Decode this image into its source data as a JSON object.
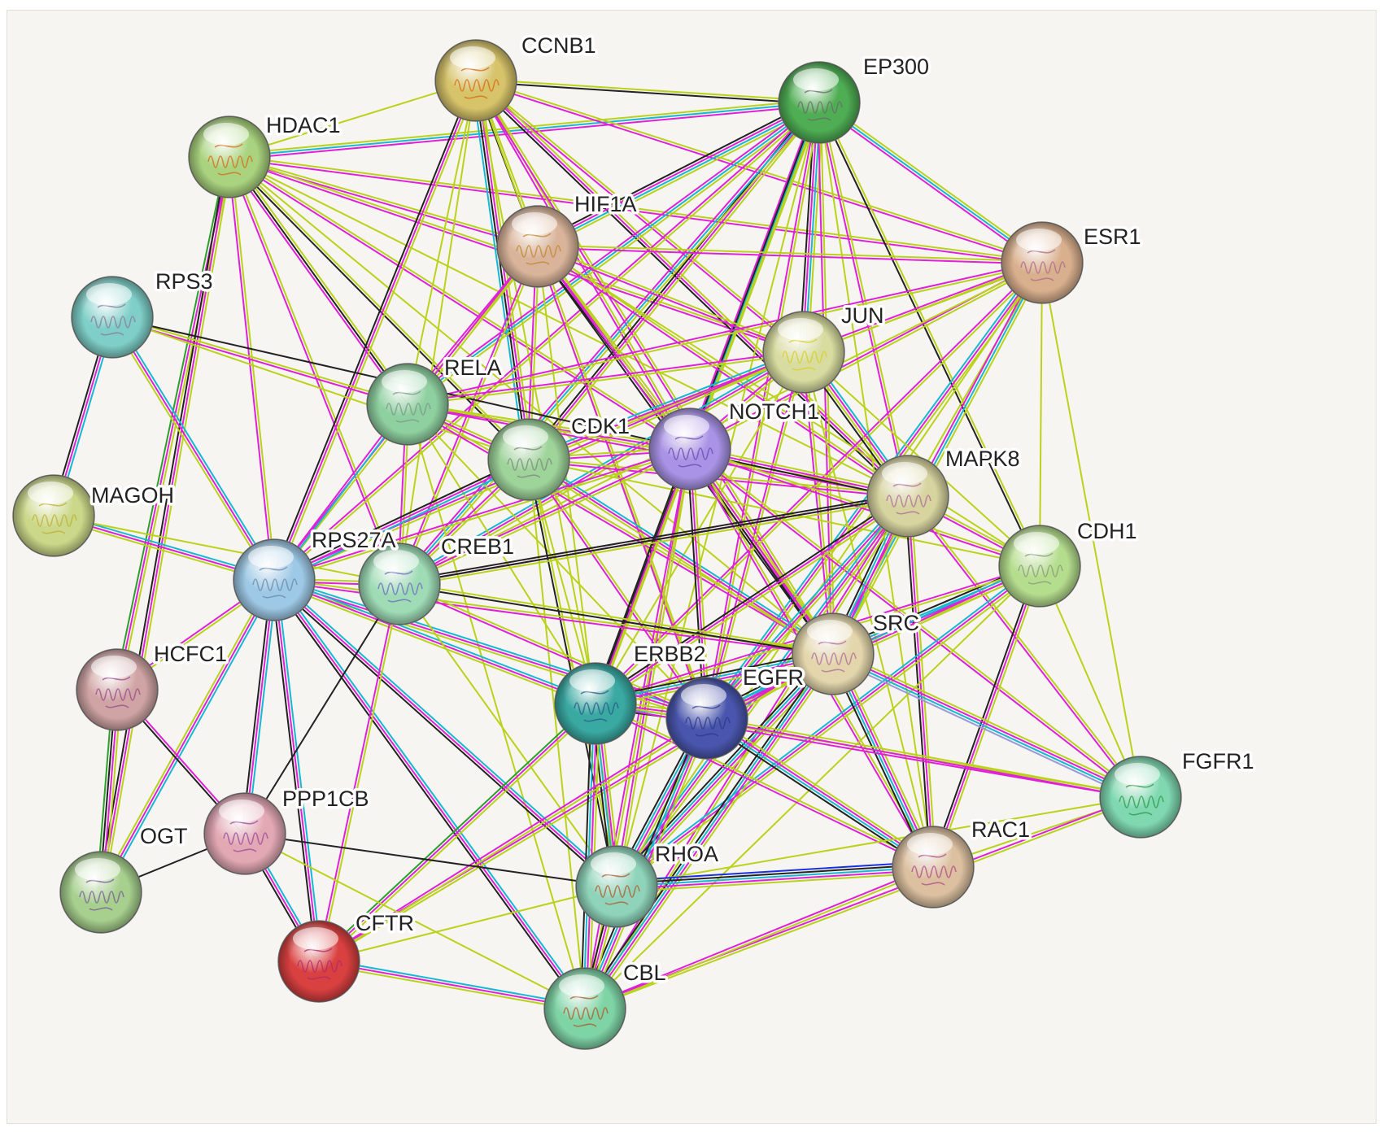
{
  "diagram": {
    "type": "protein-interaction-network",
    "evidence_colors": {
      "database": "#17b8d4",
      "experimental": "#e020d8",
      "textmining": "#b9d21a",
      "coexpression": "#222222",
      "fusion": "#2aa02a",
      "cooccurrence": "#1a30e0",
      "homology": "#9a9ad8"
    },
    "nodes": [
      {
        "id": "CCNB1",
        "label": "CCNB1",
        "color": "#d6c36a",
        "glyph": "#d96a14"
      },
      {
        "id": "EP300",
        "label": "EP300",
        "color": "#4fae54",
        "glyph": "#6a6a6a"
      },
      {
        "id": "HDAC1",
        "label": "HDAC1",
        "color": "#a9d37e",
        "glyph": "#d96a14"
      },
      {
        "id": "HIF1A",
        "label": "HIF1A",
        "color": "#d9b49a",
        "glyph": "#c0872a"
      },
      {
        "id": "ESR1",
        "label": "ESR1",
        "color": "#d9b08e",
        "glyph": "#b06a8a"
      },
      {
        "id": "RPS3",
        "label": "RPS3",
        "color": "#7fcfc8",
        "glyph": "#8a7a9a"
      },
      {
        "id": "JUN",
        "label": "JUN",
        "color": "#d8dca0",
        "glyph": "#d8d020"
      },
      {
        "id": "RELA",
        "label": "RELA",
        "color": "#8fd0a0",
        "glyph": "#7a9a8a"
      },
      {
        "id": "CDK1",
        "label": "CDK1",
        "color": "#9ed39a",
        "glyph": "#7a8a7a"
      },
      {
        "id": "NOTCH1",
        "label": "NOTCH1",
        "color": "#a993e6",
        "glyph": "#6a4ab0"
      },
      {
        "id": "MAPK8",
        "label": "MAPK8",
        "color": "#d7d4a0",
        "glyph": "#b06a9a"
      },
      {
        "id": "MAGOH",
        "label": "MAGOH",
        "color": "#cbd88a",
        "glyph": "#c0b030"
      },
      {
        "id": "CDH1",
        "label": "CDH1",
        "color": "#b5dd8e",
        "glyph": "#8a9a7a"
      },
      {
        "id": "RPS27A",
        "label": "RPS27A",
        "color": "#9ec9e6",
        "glyph": "#6a8aaa"
      },
      {
        "id": "CREB1",
        "label": "CREB1",
        "color": "#9fdcb6",
        "glyph": "#6a6ac0"
      },
      {
        "id": "SRC",
        "label": "SRC",
        "color": "#e3d6ac",
        "glyph": "#b06a9a"
      },
      {
        "id": "ERBB2",
        "label": "ERBB2",
        "color": "#3aa9a2",
        "glyph": "#2a5a8a"
      },
      {
        "id": "EGFR",
        "label": "EGFR",
        "color": "#4a56ad",
        "glyph": "#2a3a8a"
      },
      {
        "id": "HCFC1",
        "label": "HCFC1",
        "color": "#d0a4a4",
        "glyph": "#9a4a8a"
      },
      {
        "id": "FGFR1",
        "label": "FGFR1",
        "color": "#7fd8b0",
        "glyph": "#2a9a4a"
      },
      {
        "id": "PPP1CB",
        "label": "PPP1CB",
        "color": "#e2a8b4",
        "glyph": "#9a4a9a"
      },
      {
        "id": "RAC1",
        "label": "RAC1",
        "color": "#dcc0a0",
        "glyph": "#b04a8a"
      },
      {
        "id": "OGT",
        "label": "OGT",
        "color": "#a7d08e",
        "glyph": "#7a5a9a"
      },
      {
        "id": "RHOA",
        "label": "RHOA",
        "color": "#8fd4ba",
        "glyph": "#b05a2a"
      },
      {
        "id": "CFTR",
        "label": "CFTR",
        "color": "#d94040",
        "glyph": "#b02a6a"
      },
      {
        "id": "CBL",
        "label": "CBL",
        "color": "#7fd4a6",
        "glyph": "#b05a2a"
      }
    ],
    "edges": [
      [
        "HDAC1",
        "CCNB1",
        "y"
      ],
      [
        "HDAC1",
        "EP300",
        "yxm"
      ],
      [
        "HDAC1",
        "HIF1A",
        "ym"
      ],
      [
        "HDAC1",
        "RELA",
        "ykm"
      ],
      [
        "HDAC1",
        "CDK1",
        "yk"
      ],
      [
        "HDAC1",
        "NOTCH1",
        "ym"
      ],
      [
        "HDAC1",
        "JUN",
        "ym"
      ],
      [
        "HDAC1",
        "ESR1",
        "ym"
      ],
      [
        "HDAC1",
        "MAPK8",
        "y"
      ],
      [
        "HDAC1",
        "RPS27A",
        "ym"
      ],
      [
        "HDAC1",
        "HCFC1",
        "ymg"
      ],
      [
        "HDAC1",
        "OGT",
        "ymk"
      ],
      [
        "HDAC1",
        "CREB1",
        "ym"
      ],
      [
        "HDAC1",
        "SRC",
        "y"
      ],
      [
        "CCNB1",
        "EP300",
        "yk"
      ],
      [
        "CCNB1",
        "HIF1A",
        "yk"
      ],
      [
        "CCNB1",
        "CDK1",
        "ymkx"
      ],
      [
        "CCNB1",
        "RELA",
        "y"
      ],
      [
        "CCNB1",
        "NOTCH1",
        "ym"
      ],
      [
        "CCNB1",
        "JUN",
        "ym"
      ],
      [
        "CCNB1",
        "ESR1",
        "ym"
      ],
      [
        "CCNB1",
        "MAPK8",
        "ymk"
      ],
      [
        "CCNB1",
        "SRC",
        "ym"
      ],
      [
        "CCNB1",
        "RPS27A",
        "ymk"
      ],
      [
        "CCNB1",
        "CREB1",
        "y"
      ],
      [
        "CCNB1",
        "EGFR",
        "y"
      ],
      [
        "CCNB1",
        "ERBB2",
        "y"
      ],
      [
        "EP300",
        "HIF1A",
        "yxmk"
      ],
      [
        "EP300",
        "RELA",
        "yxm"
      ],
      [
        "EP300",
        "CDK1",
        "ymk"
      ],
      [
        "EP300",
        "JUN",
        "yxmk"
      ],
      [
        "EP300",
        "NOTCH1",
        "yxm"
      ],
      [
        "EP300",
        "ESR1",
        "yxm"
      ],
      [
        "EP300",
        "MAPK8",
        "ym"
      ],
      [
        "EP300",
        "CREB1",
        "yxm"
      ],
      [
        "EP300",
        "SRC",
        "ym"
      ],
      [
        "EP300",
        "CDH1",
        "yk"
      ],
      [
        "EP300",
        "RAC1",
        "y"
      ],
      [
        "EP300",
        "RHOA",
        "y"
      ],
      [
        "EP300",
        "EGFR",
        "ym"
      ],
      [
        "EP300",
        "ERBB2",
        "yk"
      ],
      [
        "EP300",
        "RPS27A",
        "ym"
      ],
      [
        "HIF1A",
        "RELA",
        "ym"
      ],
      [
        "HIF1A",
        "CDK1",
        "ym"
      ],
      [
        "HIF1A",
        "JUN",
        "ym"
      ],
      [
        "HIF1A",
        "NOTCH1",
        "ymk"
      ],
      [
        "HIF1A",
        "ESR1",
        "ym"
      ],
      [
        "HIF1A",
        "MAPK8",
        "ym"
      ],
      [
        "HIF1A",
        "SRC",
        "ymk"
      ],
      [
        "HIF1A",
        "EGFR",
        "ym"
      ],
      [
        "HIF1A",
        "CREB1",
        "ym"
      ],
      [
        "HIF1A",
        "RPS27A",
        "ym"
      ],
      [
        "HIF1A",
        "RHOA",
        "y"
      ],
      [
        "HIF1A",
        "CDH1",
        "y"
      ],
      [
        "ESR1",
        "JUN",
        "ym"
      ],
      [
        "ESR1",
        "NOTCH1",
        "ym"
      ],
      [
        "ESR1",
        "RELA",
        "ym"
      ],
      [
        "ESR1",
        "CDK1",
        "y"
      ],
      [
        "ESR1",
        "MAPK8",
        "y"
      ],
      [
        "ESR1",
        "CDH1",
        "y"
      ],
      [
        "ESR1",
        "SRC",
        "yxm"
      ],
      [
        "ESR1",
        "EGFR",
        "ymx"
      ],
      [
        "ESR1",
        "ERBB2",
        "ym"
      ],
      [
        "ESR1",
        "FGFR1",
        "y"
      ],
      [
        "ESR1",
        "CREB1",
        "y"
      ],
      [
        "ESR1",
        "RHOA",
        "y"
      ],
      [
        "RPS3",
        "MAGOH",
        "xmk"
      ],
      [
        "RPS3",
        "RPS27A",
        "xmy"
      ],
      [
        "RPS3",
        "RELA",
        "ym"
      ],
      [
        "RPS3",
        "CDK1",
        "y"
      ],
      [
        "RPS3",
        "NOTCH1",
        "k"
      ],
      [
        "JUN",
        "RELA",
        "ym"
      ],
      [
        "JUN",
        "CDK1",
        "ymx"
      ],
      [
        "JUN",
        "NOTCH1",
        "ym"
      ],
      [
        "JUN",
        "MAPK8",
        "xmyk"
      ],
      [
        "JUN",
        "SRC",
        "ym"
      ],
      [
        "JUN",
        "EGFR",
        "ym"
      ],
      [
        "JUN",
        "ERBB2",
        "y"
      ],
      [
        "JUN",
        "CREB1",
        "ymx"
      ],
      [
        "JUN",
        "RPS27A",
        "ym"
      ],
      [
        "JUN",
        "CDH1",
        "y"
      ],
      [
        "JUN",
        "RAC1",
        "y"
      ],
      [
        "RELA",
        "CDK1",
        "ym"
      ],
      [
        "RELA",
        "NOTCH1",
        "ym"
      ],
      [
        "RELA",
        "RPS27A",
        "xm"
      ],
      [
        "RELA",
        "CREB1",
        "ym"
      ],
      [
        "RELA",
        "MAPK8",
        "ym"
      ],
      [
        "RELA",
        "SRC",
        "ym"
      ],
      [
        "RELA",
        "EGFR",
        "y"
      ],
      [
        "RELA",
        "ERBB2",
        "y"
      ],
      [
        "RELA",
        "CBL",
        "y"
      ],
      [
        "CDK1",
        "NOTCH1",
        "ym"
      ],
      [
        "CDK1",
        "RPS27A",
        "xmk"
      ],
      [
        "CDK1",
        "CREB1",
        "ym"
      ],
      [
        "CDK1",
        "MAPK8",
        "ym"
      ],
      [
        "CDK1",
        "SRC",
        "xmy"
      ],
      [
        "CDK1",
        "EGFR",
        "ym"
      ],
      [
        "CDK1",
        "ERBB2",
        "y"
      ],
      [
        "CDK1",
        "CDH1",
        "y"
      ],
      [
        "CDK1",
        "RHOA",
        "yk"
      ],
      [
        "CDK1",
        "CBL",
        "y"
      ],
      [
        "NOTCH1",
        "MAPK8",
        "ymk"
      ],
      [
        "NOTCH1",
        "SRC",
        "ymk"
      ],
      [
        "NOTCH1",
        "EGFR",
        "ymk"
      ],
      [
        "NOTCH1",
        "ERBB2",
        "ymk"
      ],
      [
        "NOTCH1",
        "CDH1",
        "ym"
      ],
      [
        "NOTCH1",
        "RHOA",
        "ym"
      ],
      [
        "NOTCH1",
        "RAC1",
        "ym"
      ],
      [
        "NOTCH1",
        "CBL",
        "ym"
      ],
      [
        "NOTCH1",
        "RPS27A",
        "ym"
      ],
      [
        "NOTCH1",
        "CREB1",
        "ym"
      ],
      [
        "NOTCH1",
        "FGFR1",
        "ym"
      ],
      [
        "MAPK8",
        "SRC",
        "ymxk"
      ],
      [
        "MAPK8",
        "EGFR",
        "ymx"
      ],
      [
        "MAPK8",
        "ERBB2",
        "ymk"
      ],
      [
        "MAPK8",
        "CDH1",
        "ym"
      ],
      [
        "MAPK8",
        "RAC1",
        "ymk"
      ],
      [
        "MAPK8",
        "RHOA",
        "ymx"
      ],
      [
        "MAPK8",
        "CBL",
        "ym"
      ],
      [
        "MAPK8",
        "CREB1",
        "ymk"
      ],
      [
        "MAPK8",
        "FGFR1",
        "ym"
      ],
      [
        "MAGOH",
        "RPS27A",
        "xmy"
      ],
      [
        "MAGOH",
        "CREB1",
        "y"
      ],
      [
        "CDH1",
        "SRC",
        "ymxk"
      ],
      [
        "CDH1",
        "EGFR",
        "ymx"
      ],
      [
        "CDH1",
        "ERBB2",
        "ym"
      ],
      [
        "CDH1",
        "RAC1",
        "ymk"
      ],
      [
        "CDH1",
        "RHOA",
        "ymx"
      ],
      [
        "CDH1",
        "CBL",
        "y"
      ],
      [
        "CDH1",
        "FGFR1",
        "y"
      ],
      [
        "RPS27A",
        "CREB1",
        "ym"
      ],
      [
        "RPS27A",
        "HCFC1",
        "ym"
      ],
      [
        "RPS27A",
        "PPP1CB",
        "xmk"
      ],
      [
        "RPS27A",
        "CFTR",
        "xmk"
      ],
      [
        "RPS27A",
        "RHOA",
        "xmk"
      ],
      [
        "RPS27A",
        "CBL",
        "xmk"
      ],
      [
        "RPS27A",
        "EGFR",
        "xmy"
      ],
      [
        "RPS27A",
        "ERBB2",
        "xmy"
      ],
      [
        "RPS27A",
        "SRC",
        "ym"
      ],
      [
        "RPS27A",
        "OGT",
        "xmy"
      ],
      [
        "CREB1",
        "SRC",
        "yk"
      ],
      [
        "CREB1",
        "EGFR",
        "ym"
      ],
      [
        "CREB1",
        "MAPK8",
        "k"
      ],
      [
        "CREB1",
        "CFTR",
        "ym"
      ],
      [
        "CREB1",
        "PPP1CB",
        "k"
      ],
      [
        "CREB1",
        "RHOA",
        "y"
      ],
      [
        "SRC",
        "EGFR",
        "ymxk"
      ],
      [
        "SRC",
        "ERBB2",
        "ymxk"
      ],
      [
        "SRC",
        "RAC1",
        "ymxk"
      ],
      [
        "SRC",
        "RHOA",
        "ymxk"
      ],
      [
        "SRC",
        "CBL",
        "ymxk"
      ],
      [
        "SRC",
        "FGFR1",
        "ymxh"
      ],
      [
        "SRC",
        "CFTR",
        "ym"
      ],
      [
        "ERBB2",
        "EGFR",
        "ymxk"
      ],
      [
        "ERBB2",
        "RHOA",
        "ymxk"
      ],
      [
        "ERBB2",
        "CBL",
        "ymxk"
      ],
      [
        "ERBB2",
        "RAC1",
        "ym"
      ],
      [
        "ERBB2",
        "FGFR1",
        "ym"
      ],
      [
        "ERBB2",
        "CFTR",
        "ymg"
      ],
      [
        "EGFR",
        "RHOA",
        "ymxk"
      ],
      [
        "EGFR",
        "CBL",
        "ymxk"
      ],
      [
        "EGFR",
        "RAC1",
        "ymxk"
      ],
      [
        "EGFR",
        "FGFR1",
        "ym"
      ],
      [
        "EGFR",
        "CFTR",
        "ym"
      ],
      [
        "HCFC1",
        "OGT",
        "ymkg"
      ],
      [
        "HCFC1",
        "PPP1CB",
        "mk"
      ],
      [
        "FGFR1",
        "RAC1",
        "y"
      ],
      [
        "FGFR1",
        "RHOA",
        "y"
      ],
      [
        "FGFR1",
        "CBL",
        "ym"
      ],
      [
        "PPP1CB",
        "OGT",
        "k"
      ],
      [
        "PPP1CB",
        "RHOA",
        "k"
      ],
      [
        "PPP1CB",
        "CFTR",
        "xmk"
      ],
      [
        "PPP1CB",
        "CBL",
        "y"
      ],
      [
        "RAC1",
        "RHOA",
        "ymxkc"
      ],
      [
        "RAC1",
        "CBL",
        "ym"
      ],
      [
        "RHOA",
        "CBL",
        "ymk"
      ],
      [
        "RHOA",
        "CFTR",
        "y"
      ],
      [
        "CFTR",
        "CBL",
        "xmy"
      ]
    ]
  }
}
